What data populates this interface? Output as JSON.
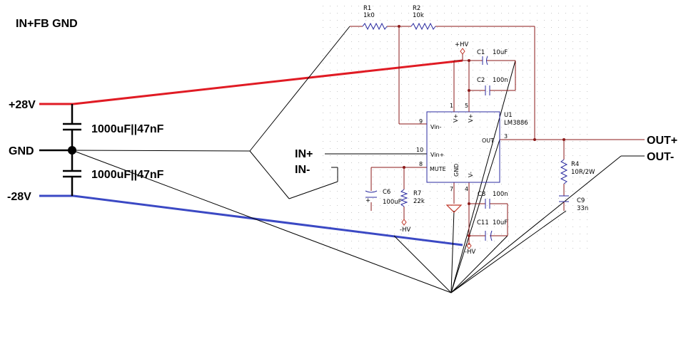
{
  "title": "IN+FB GND",
  "left_labels": {
    "plus_rail": "+28V",
    "gnd": "GND",
    "minus_rail": "-28V",
    "cap_top": "1000uF||47nF",
    "cap_bottom": "1000uF||47nF",
    "in_plus": "IN+",
    "in_minus": "IN-"
  },
  "outputs": {
    "out_plus": "OUT+",
    "out_minus": "OUT-"
  },
  "components": {
    "r1": {
      "ref": "R1",
      "value": "1k0"
    },
    "r2": {
      "ref": "R2",
      "value": "10k"
    },
    "c1": {
      "ref": "C1",
      "value": "10uF"
    },
    "c2": {
      "ref": "C2",
      "value": "100n"
    },
    "c6": {
      "ref": "C6",
      "value": "100uF"
    },
    "r7": {
      "ref": "R7",
      "value": "22k"
    },
    "c8": {
      "ref": "C8",
      "value": "100n"
    },
    "c11": {
      "ref": "C11",
      "value": "10uF"
    },
    "r4": {
      "ref": "R4",
      "value": "10R/2W"
    },
    "c9": {
      "ref": "C9",
      "value": "33n"
    },
    "u1": {
      "ref": "U1",
      "part": "LM3886"
    }
  },
  "ic_pins": {
    "vin_minus": "Vin-",
    "vin_plus": "Vin+",
    "mute": "MUTE",
    "out": "OUT",
    "gnd": "GND",
    "vplus_a": "V+",
    "vplus_b": "V+",
    "vminus": "V-",
    "pin9": "9",
    "pin10": "10",
    "pin8": "8",
    "pin3": "3",
    "pin1": "1",
    "pin5": "5",
    "pin7": "7",
    "pin4": "4"
  },
  "power_labels": {
    "plus_hv": "+HV",
    "minus_hv_r7": "-HV",
    "minus_hv_c11": "-HV"
  }
}
